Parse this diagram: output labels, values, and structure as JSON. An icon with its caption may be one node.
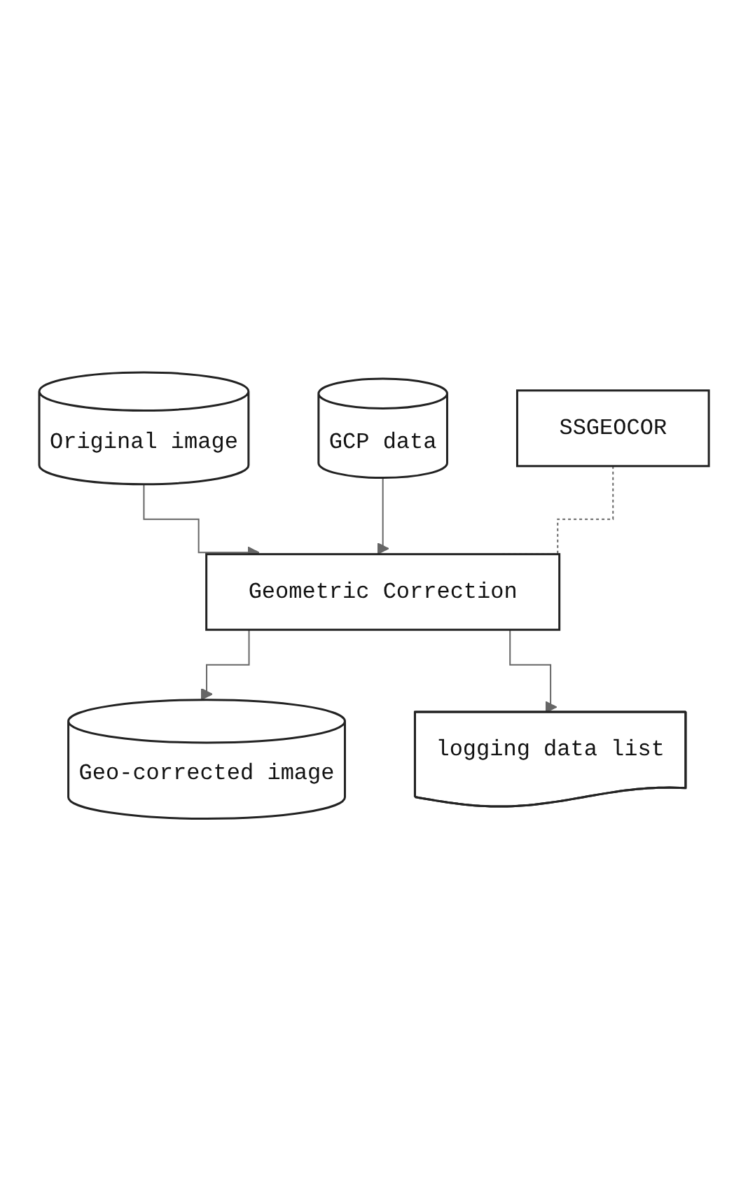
{
  "diagram": {
    "nodes": [
      {
        "text": [
          "Original image"
        ]
      },
      {
        "text": [
          "GCP data"
        ]
      },
      {
        "text": [
          "Geometric Correction"
        ]
      },
      {
        "text": [
          "SSGEOCOR"
        ]
      },
      {
        "text": [
          "Geo-corrected image"
        ]
      },
      {
        "text": [
          "logging data list"
        ]
      }
    ],
    "edges": [
      {
        "from": 0,
        "to": 2,
        "arrow": "to"
      },
      {
        "from": 1,
        "to": 2,
        "arrow": "to"
      },
      {
        "from": 3,
        "to": 2,
        "arrow": "none",
        "style": "dashed"
      },
      {
        "from": 2,
        "to": 4,
        "arrow": "to"
      },
      {
        "from": 2,
        "to": 5,
        "arrow": "to"
      }
    ]
  }
}
